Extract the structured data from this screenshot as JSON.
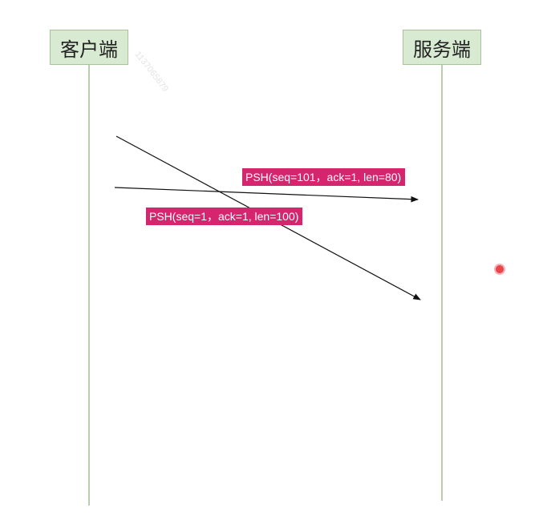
{
  "actors": {
    "client": "客户端",
    "server": "服务端"
  },
  "messages": [
    {
      "label": "PSH(seq=1，ack=1, len=100)",
      "from": "client",
      "to": "server"
    },
    {
      "label": "PSH(seq=101，ack=1, len=80)",
      "from": "client",
      "to": "server"
    }
  ],
  "watermark": "1137065879",
  "colors": {
    "actor_fill": "#d9ead3",
    "lifeline": "#b9cdb0",
    "label_fill": "#d6246e",
    "label_text": "#ffffff",
    "arrow": "#111111",
    "pointer": "#e8454c"
  }
}
